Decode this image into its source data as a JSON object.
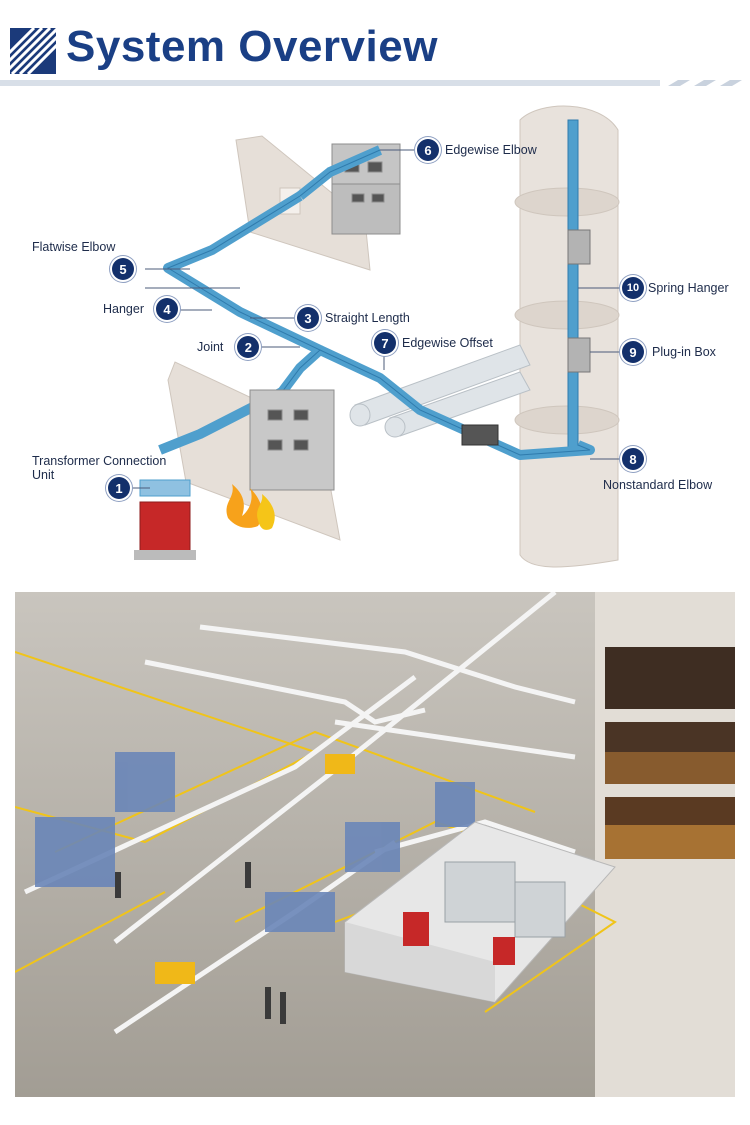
{
  "header": {
    "title": "System Overview",
    "colors": {
      "title": "#1a3f85",
      "logo": "#1b3a7a",
      "band": "#d8dfe8"
    }
  },
  "diagram": {
    "callouts": [
      {
        "number": "1",
        "label": "Transformer Connection Unit",
        "line1": "Transformer Connection",
        "line2": "Unit"
      },
      {
        "number": "2",
        "label": "Joint"
      },
      {
        "number": "3",
        "label": "Straight Length"
      },
      {
        "number": "4",
        "label": "Hanger"
      },
      {
        "number": "5",
        "label": "Flatwise Elbow"
      },
      {
        "number": "6",
        "label": "Edgewise Elbow"
      },
      {
        "number": "7",
        "label": "Edgewise Offset"
      },
      {
        "number": "8",
        "label": "Nonstandard Elbow"
      },
      {
        "number": "9",
        "label": "Plug-in Box"
      },
      {
        "number": "10",
        "label": "Spring Hanger"
      }
    ],
    "colors": {
      "busway": "#4f9fcd",
      "badge": "#13306b",
      "wall": "#e4ddd6"
    }
  },
  "scene": {
    "colors": {
      "floor": "#a9a49b",
      "markings": "#f0c419",
      "busway": "#f2f2f2"
    }
  }
}
